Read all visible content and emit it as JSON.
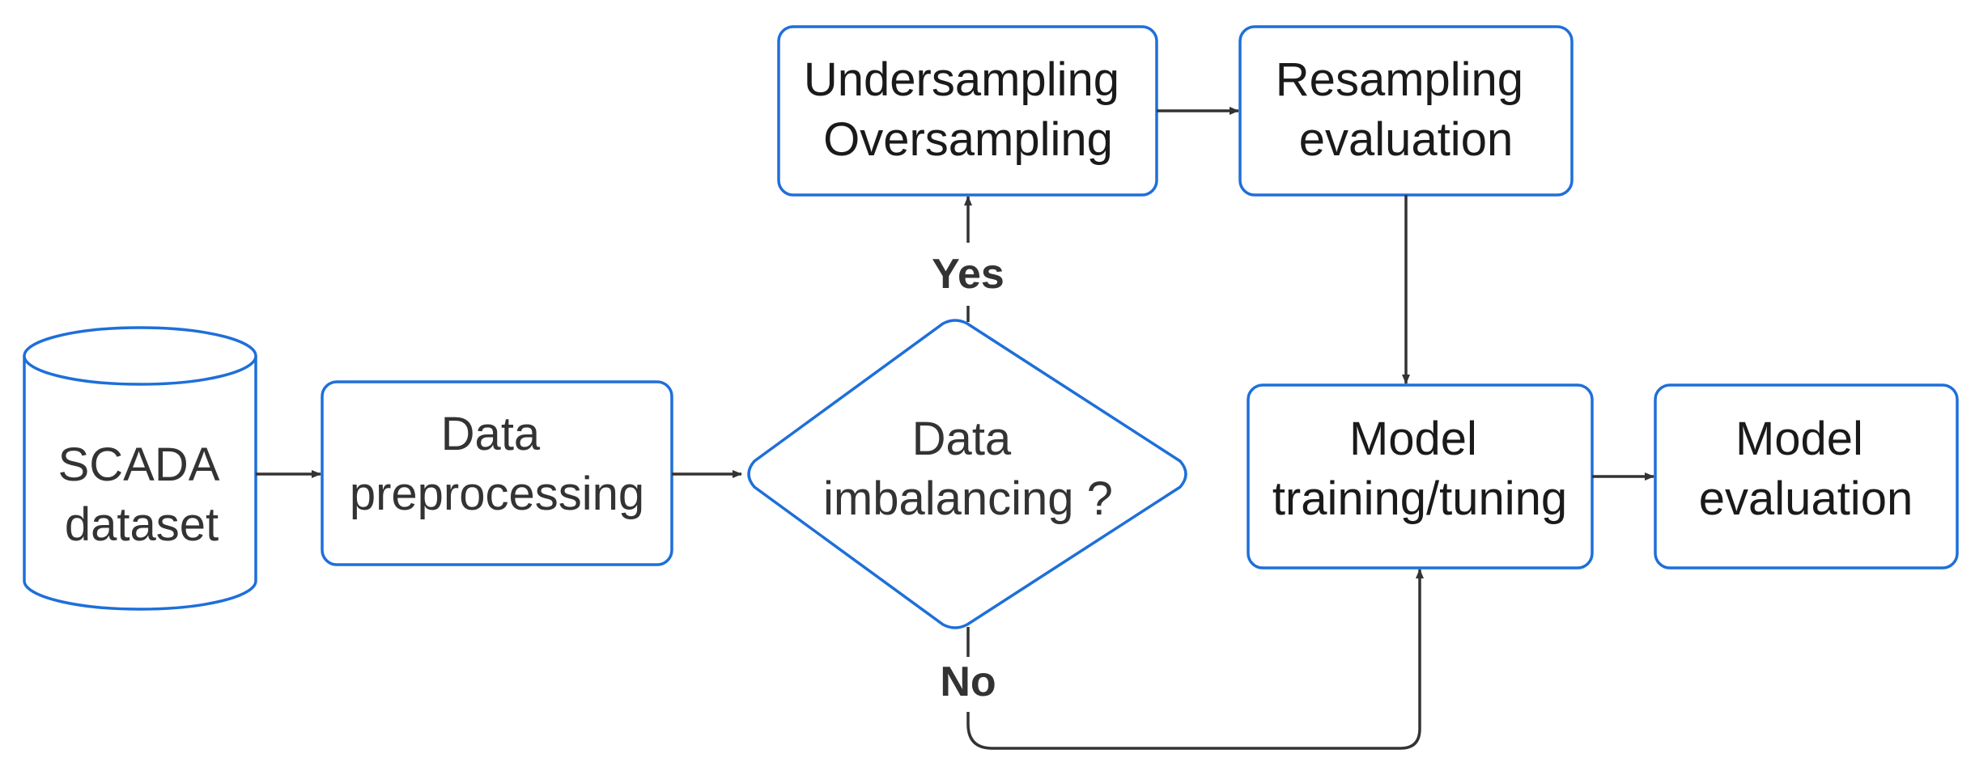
{
  "diagram": {
    "nodes": {
      "scada": {
        "lines": [
          "SCADA",
          "dataset"
        ]
      },
      "preprocessing": {
        "lines": [
          "Data",
          "preprocessing"
        ]
      },
      "imbalance": {
        "lines": [
          "Data",
          "imbalancing ?"
        ]
      },
      "sampling": {
        "lines": [
          "Undersampling",
          "Oversampling"
        ]
      },
      "resampling_eval": {
        "lines": [
          "Resampling",
          "evaluation"
        ]
      },
      "training": {
        "lines": [
          "Model",
          "training/tuning"
        ]
      },
      "model_eval": {
        "lines": [
          "Model",
          "evaluation"
        ]
      }
    },
    "edge_labels": {
      "yes": "Yes",
      "no": "No"
    },
    "colors": {
      "node_border": "#1e6fd9",
      "edge": "#333333",
      "text": "#1a1a1a"
    }
  }
}
